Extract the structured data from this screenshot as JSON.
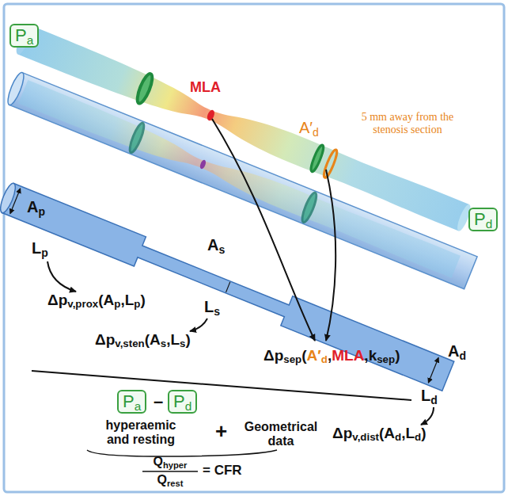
{
  "diagram": {
    "nodes": [
      {
        "text": [
          "Pa"
        ]
      },
      {
        "text": [
          "Pd"
        ]
      },
      {
        "text": [
          "Pa"
        ]
      },
      {
        "text": [
          "Pd"
        ]
      }
    ],
    "labels": [
      "MLA",
      "A′d",
      "5 mm away from the stenosis section",
      "Ap",
      "Lp",
      "As",
      "Ls",
      "Δpv,prox(Ap,Lp)",
      "Δpv,sten(As,Ls)",
      "Δpsep(A′d,MLA,ksep)",
      "Ad",
      "Ld",
      "Δpv,dist(Ad,Ld)",
      "–",
      "hyperaemic and resting",
      "+",
      "Geometrical data",
      "Qhyper",
      "Qrest",
      "= CFR"
    ]
  }
}
